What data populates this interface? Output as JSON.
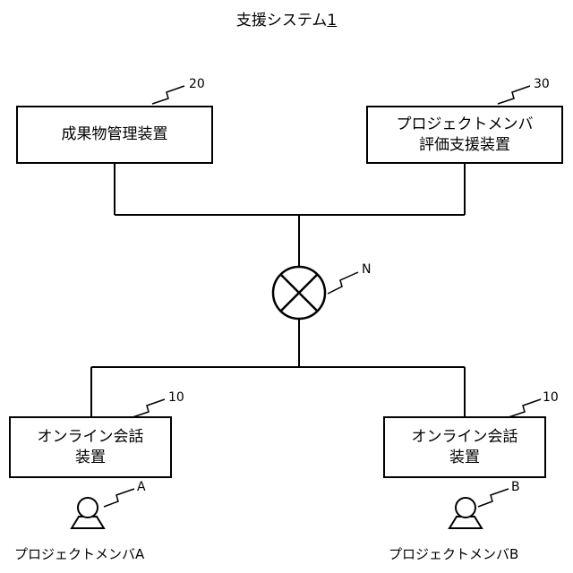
{
  "title": {
    "text": "支援システム",
    "number": "1"
  },
  "nodes": {
    "deliverable_manager": {
      "line1": "成果物管理装置",
      "ref": "20"
    },
    "evaluation_support": {
      "line1": "プロジェクトメンバ",
      "line2": "評価支援装置",
      "ref": "30"
    },
    "network": {
      "ref": "N"
    },
    "online_conv_a": {
      "line1": "オンライン会話",
      "line2": "装置",
      "ref": "10"
    },
    "online_conv_b": {
      "line1": "オンライン会話",
      "line2": "装置",
      "ref": "10"
    }
  },
  "persons": [
    {
      "ref": "A",
      "label": "プロジェクトメンバA"
    },
    {
      "ref": "B",
      "label": "プロジェクトメンバB"
    }
  ]
}
